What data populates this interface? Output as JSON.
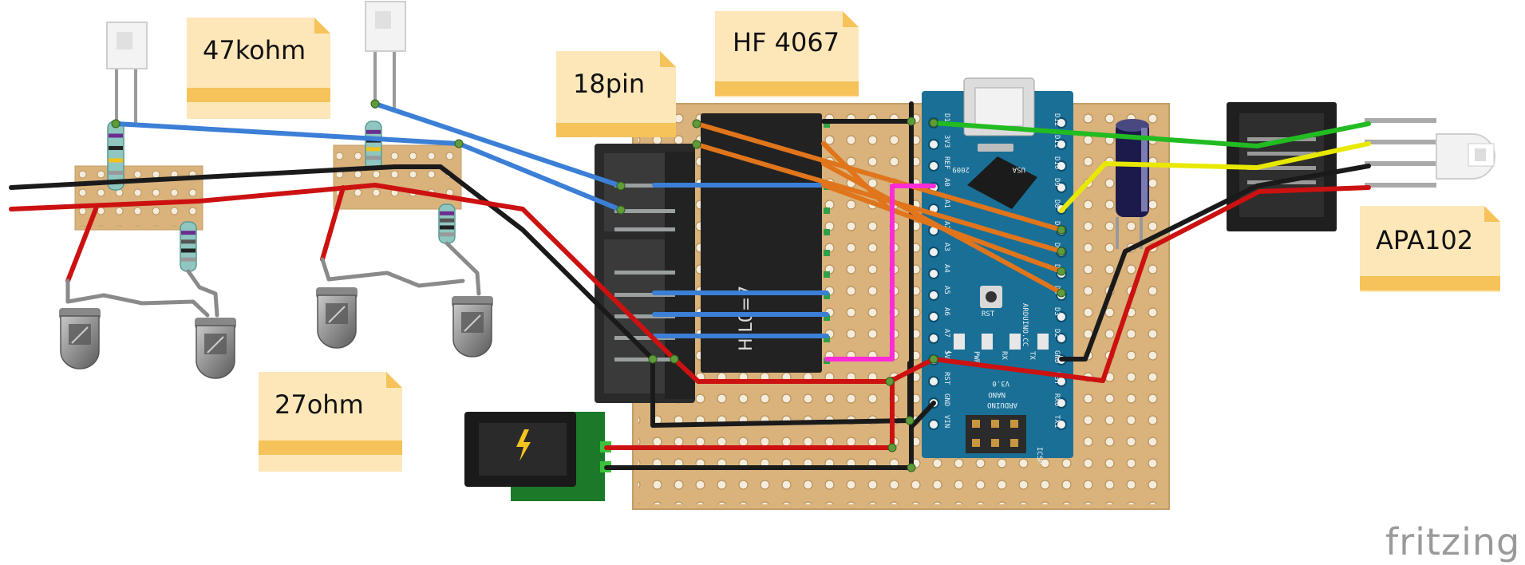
{
  "notes": {
    "resistor_47k": "47kohm",
    "resistor_27": "27ohm",
    "connector_18pin": "18pin",
    "mux_chip": "HF 4067",
    "led_apa102": "APA102"
  },
  "arduino": {
    "top_pins": [
      "D13",
      "3V3",
      "REF",
      "A0",
      "A1",
      "A2",
      "A3",
      "A4",
      "A5",
      "A6",
      "A7",
      "5V",
      "RST",
      "GND",
      "VIN"
    ],
    "bottom_pins": [
      "D12",
      "D11",
      "D10",
      "D9",
      "D8",
      "D7",
      "D6",
      "D5",
      "D4",
      "D3",
      "D2",
      "GND",
      "RST",
      "RX0",
      "TX1"
    ],
    "board_text_1": "ARDUINO.CC",
    "board_text_2": "2009",
    "board_text_3": "USA",
    "board_name_1": "ARDUINO",
    "board_name_2": "NANO",
    "board_version": "V3.0",
    "reset_label": "RST",
    "icsp_label": "ICSP",
    "led_labels": [
      "L",
      "PWR",
      "RX",
      "TX"
    ]
  },
  "chip_text": "H L0=7",
  "watermark": "fritzing",
  "colors": {
    "perfboard": "#d9b27c",
    "arduino": "#1a6f96",
    "wire_red": "#cc1111",
    "wire_black": "#1a1a1a",
    "wire_blue": "#3b7fd6",
    "wire_orange": "#e0751c",
    "wire_green": "#22bb22",
    "wire_yellow": "#e8e800",
    "wire_magenta": "#ff2bd6",
    "note": "#fde7b8"
  }
}
